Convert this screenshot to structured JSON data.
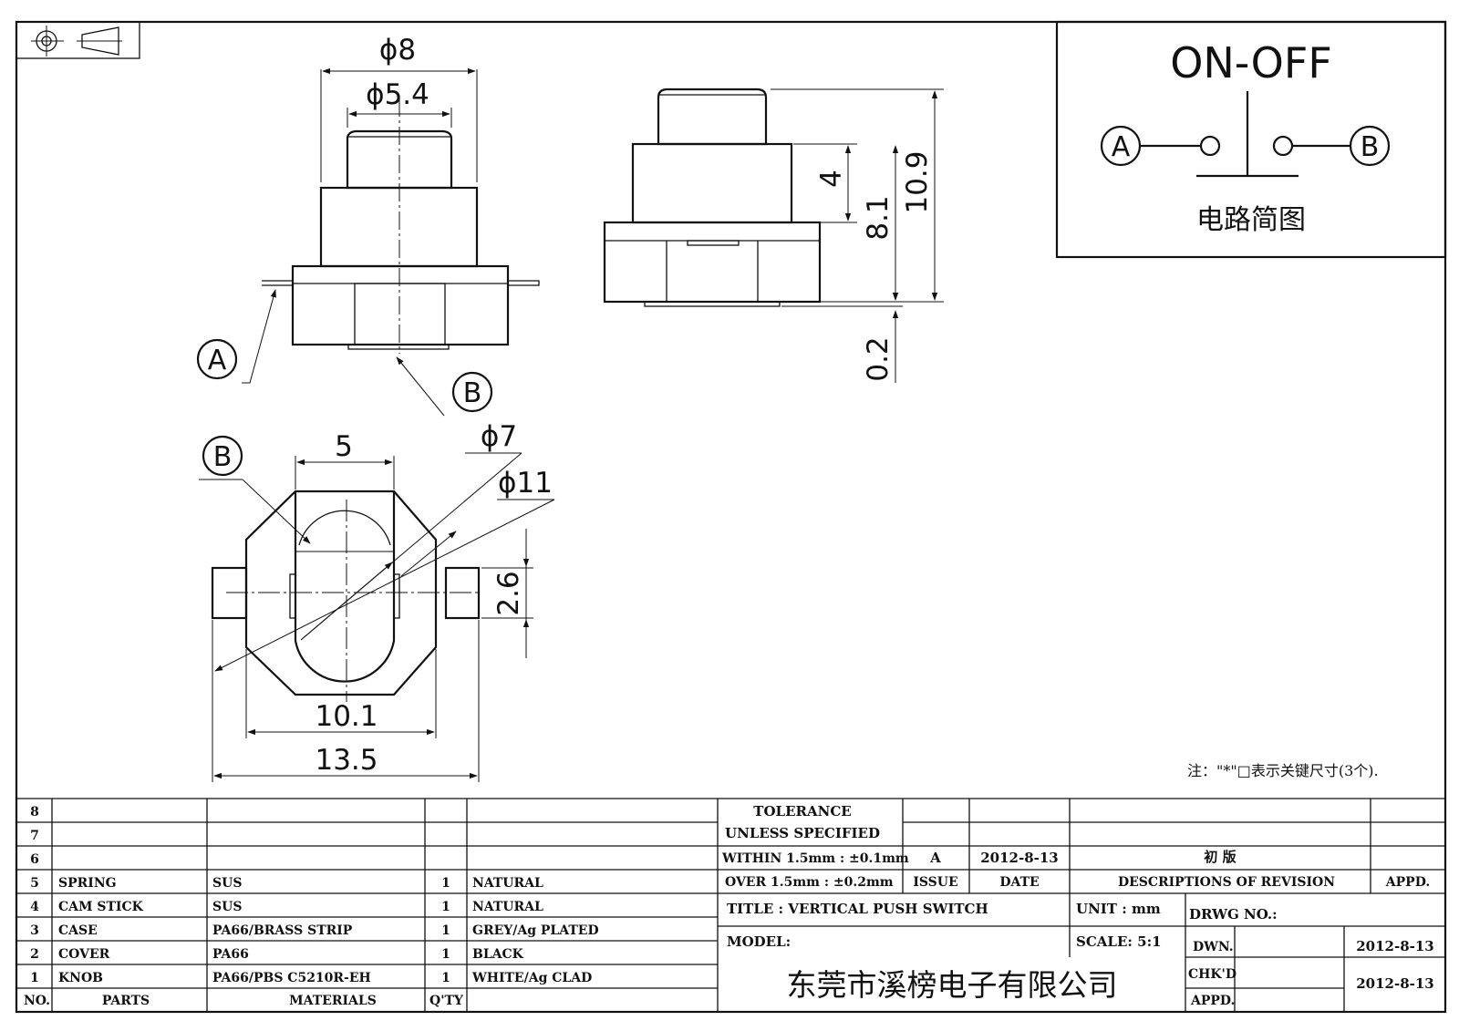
{
  "front_view": {
    "dim_d8": "ϕ8",
    "dim_d54": "ϕ5.4",
    "label_a": "A",
    "label_b": "B"
  },
  "side_view": {
    "dim_4": "4",
    "dim_81": "8.1",
    "dim_109": "10.9",
    "dim_02": "0.2"
  },
  "top_view": {
    "label_b": "B",
    "dim_5": "5",
    "dim_d7": "ϕ7",
    "dim_d11": "ϕ11",
    "dim_26": "2.6",
    "dim_101": "10.1",
    "dim_135": "13.5"
  },
  "circuit": {
    "title": "ON-OFF",
    "terminal_a": "A",
    "terminal_b": "B",
    "caption": "电路简图"
  },
  "note": "注：\"*\"□表示关键尺寸(3个).",
  "parts_table": {
    "rows": [
      {
        "no": "8",
        "part": "",
        "material": "",
        "qty": "",
        "finish": ""
      },
      {
        "no": "7",
        "part": "",
        "material": "",
        "qty": "",
        "finish": ""
      },
      {
        "no": "6",
        "part": "",
        "material": "",
        "qty": "",
        "finish": ""
      },
      {
        "no": "5",
        "part": "SPRING",
        "material": "SUS",
        "qty": "1",
        "finish": "NATURAL"
      },
      {
        "no": "4",
        "part": "CAM STICK",
        "material": "SUS",
        "qty": "1",
        "finish": "NATURAL"
      },
      {
        "no": "3",
        "part": "CASE",
        "material": "PA66/BRASS STRIP",
        "qty": "1",
        "finish": "GREY/Ag PLATED"
      },
      {
        "no": "2",
        "part": "COVER",
        "material": "PA66",
        "qty": "1",
        "finish": "BLACK"
      },
      {
        "no": "1",
        "part": "KNOB",
        "material": "PA66/PBS C5210R-EH",
        "qty": "1",
        "finish": "WHITE/Ag CLAD"
      }
    ],
    "headers": {
      "no": "NO.",
      "parts": "PARTS",
      "materials": "MATERIALS",
      "qty": "Q'TY"
    }
  },
  "title_block": {
    "tolerance_1": "TOLERANCE",
    "tolerance_2": "UNLESS  SPECIFIED",
    "tolerance_3": "WITHIN 1.5mm : ±0.1mm",
    "tolerance_4": "OVER 1.5mm : ±0.2mm",
    "issue_value": "A",
    "date_value": "2012-8-13",
    "revision_value": "初 版",
    "issue_label": "ISSUE",
    "date_label": "DATE",
    "descriptions_label": "DESCRIPTIONS OF REVISION",
    "appd_label": "APPD.",
    "title": "TITLE :  VERTICAL PUSH SWITCH",
    "unit": "UNIT :  mm",
    "drwg_no": "DRWG NO.:",
    "model": "MODEL:",
    "scale": "SCALE:  5:1",
    "dwn_label": "DWN.",
    "dwn_date": "2012-8-13",
    "chkd_label": "CHK'D",
    "chkd_date": "2012-8-13",
    "appd2_label": "APPD.",
    "company": "东莞市溪榜电子有限公司"
  }
}
